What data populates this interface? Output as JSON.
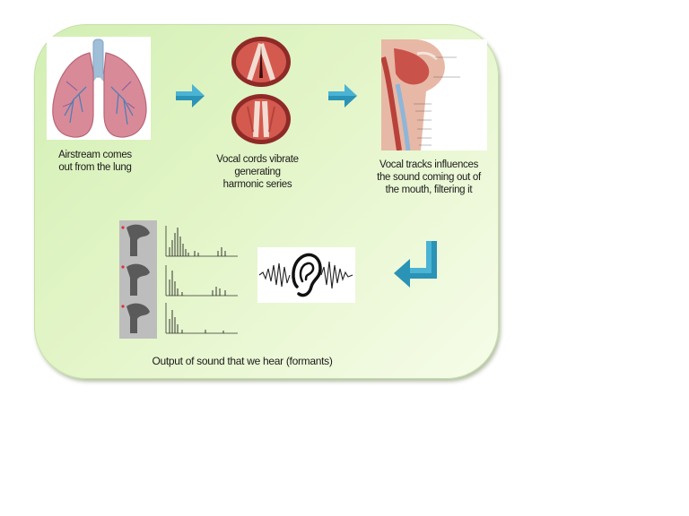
{
  "steps": [
    {
      "id": "lungs",
      "caption_lines": [
        "Airstream comes",
        "out from the lung"
      ]
    },
    {
      "id": "vocal_cords",
      "caption_lines": [
        "Vocal cords vibrate",
        "generating",
        "harmonic series"
      ]
    },
    {
      "id": "vocal_tract",
      "caption_lines": [
        "Vocal tracks influences",
        "the sound coming out of",
        "the mouth, filtering it"
      ]
    }
  ],
  "output": {
    "caption": "Output of sound that we hear (formants)"
  },
  "icons": {
    "step_arrow": "right-arrow-icon",
    "return_arrow": "down-left-return-arrow-icon",
    "ear": "ear-soundwave-icon"
  },
  "colors": {
    "panel": "#dff3c4",
    "arrow": "#2a93b6",
    "lung": "#d98a99",
    "vocal_cord": "#c4453f"
  }
}
